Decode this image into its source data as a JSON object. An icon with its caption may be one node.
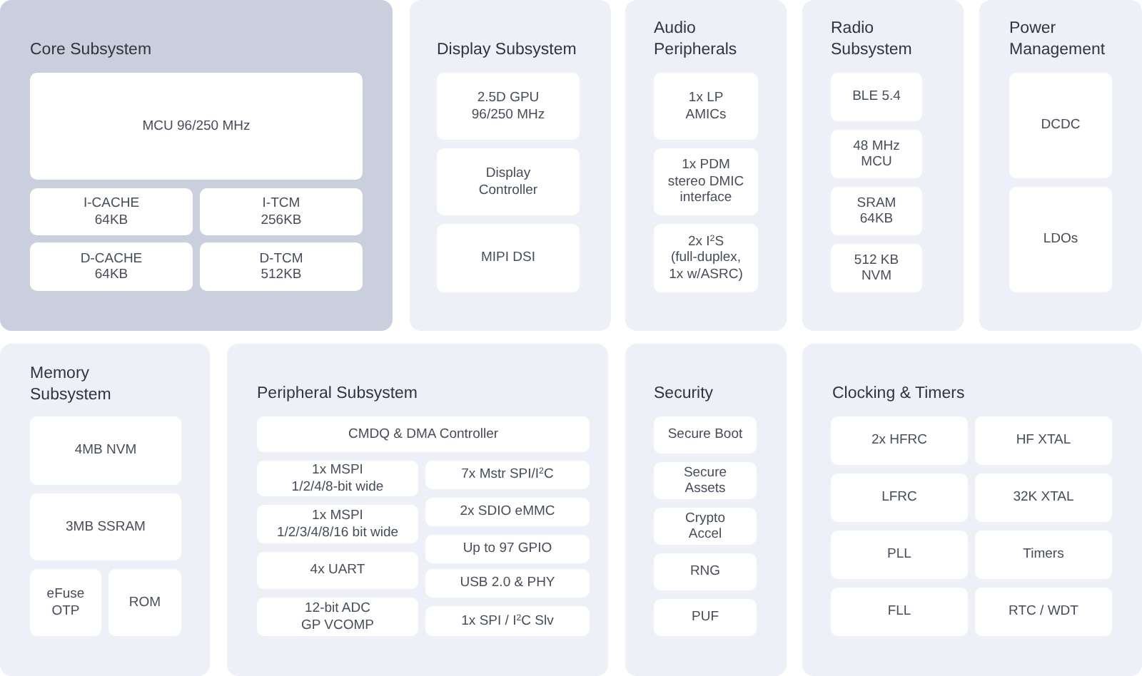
{
  "diagram": {
    "nodes": [
      {
        "text": [
          "Core Subsystem"
        ]
      },
      {
        "text": [
          "MCU 96/250 MHz"
        ],
        "in": 0
      },
      {
        "text": [
          "I-CACHE 64KB"
        ],
        "in": 0
      },
      {
        "text": [
          "I-TCM 256KB"
        ],
        "in": 0
      },
      {
        "text": [
          "D-CACHE 64KB"
        ],
        "in": 0
      },
      {
        "text": [
          "D-TCM 512KB"
        ],
        "in": 0
      },
      {
        "text": [
          "Display Subsystem"
        ]
      },
      {
        "text": [
          "2.5D GPU 96/250 MHz"
        ],
        "in": 6
      },
      {
        "text": [
          "Display Controller"
        ],
        "in": 6
      },
      {
        "text": [
          "MIPI DSI"
        ],
        "in": 6
      },
      {
        "text": [
          "Audio Peripherals"
        ]
      },
      {
        "text": [
          "1x LP AMICs"
        ],
        "in": 10
      },
      {
        "text": [
          "1x PDM stereo DMIC interface"
        ],
        "in": 10
      },
      {
        "text": [
          "2x I$^{2}$S (full-duplex, 1x w/ASRC)"
        ],
        "in": 10
      },
      {
        "text": [
          "Radio Subsystem"
        ]
      },
      {
        "text": [
          "BLE 5.4"
        ],
        "in": 14
      },
      {
        "text": [
          "48 MHz MCU"
        ],
        "in": 14
      },
      {
        "text": [
          "SRAM 64KB"
        ],
        "in": 14
      },
      {
        "text": [
          "512 KB NVM"
        ],
        "in": 14
      },
      {
        "text": [
          "Power Management"
        ]
      },
      {
        "text": [
          "DCDC"
        ],
        "in": 19
      },
      {
        "text": [
          "LDOs"
        ],
        "in": 19
      },
      {
        "text": [
          "Memory Subsystem"
        ]
      },
      {
        "text": [
          "4MB NVM"
        ],
        "in": 22
      },
      {
        "text": [
          "3MB SSRAM"
        ],
        "in": 22
      },
      {
        "text": [
          "eFuse OTP"
        ],
        "in": 22
      },
      {
        "text": [
          "ROM"
        ],
        "in": 22
      },
      {
        "text": [
          "Peripheral Subsystem"
        ]
      },
      {
        "text": [
          "CMDQ & DMA Controller"
        ],
        "in": 27
      },
      {
        "text": [
          "1x MSPI 1/2/4/8-bit wide"
        ],
        "in": 27
      },
      {
        "text": [
          "1x MSPI 1/2/3/4/8/16 bit wide"
        ],
        "in": 27
      },
      {
        "text": [
          "4x UART"
        ],
        "in": 27
      },
      {
        "text": [
          "12-bit ADC GP VCOMP"
        ],
        "in": 27
      },
      {
        "text": [
          "7x Mstr SPI/I$^{2}$C"
        ],
        "in": 27
      },
      {
        "text": [
          "2x SDIO eMMC"
        ],
        "in": 27
      },
      {
        "text": [
          "Up to 97 GPIO"
        ],
        "in": 27
      },
      {
        "text": [
          "USB 2.0 & PHY"
        ],
        "in": 27
      },
      {
        "text": [
          "1x SPI / I$^{2}$C Slv"
        ],
        "in": 27
      },
      {
        "text": [
          "Security"
        ]
      },
      {
        "text": [
          "Secure Boot"
        ],
        "in": 38
      },
      {
        "text": [
          "Secure Assets"
        ],
        "in": 38
      },
      {
        "text": [
          "Crypto Accel"
        ],
        "in": 38
      },
      {
        "text": [
          "RNG"
        ],
        "in": 38
      },
      {
        "text": [
          "PUF"
        ],
        "in": 38
      },
      {
        "text": [
          "Clocking & Timers"
        ]
      },
      {
        "text": [
          "2x HFRC"
        ],
        "in": 44
      },
      {
        "text": [
          "HF XTAL"
        ],
        "in": 44
      },
      {
        "text": [
          "LFRC"
        ],
        "in": 44
      },
      {
        "text": [
          "32K XTAL"
        ],
        "in": 44
      },
      {
        "text": [
          "PLL"
        ],
        "in": 44
      },
      {
        "text": [
          "Timers"
        ],
        "in": 44
      },
      {
        "text": [
          "FLL"
        ],
        "in": 44
      },
      {
        "text": [
          "RTC / WDT"
        ],
        "in": 44
      }
    ]
  }
}
